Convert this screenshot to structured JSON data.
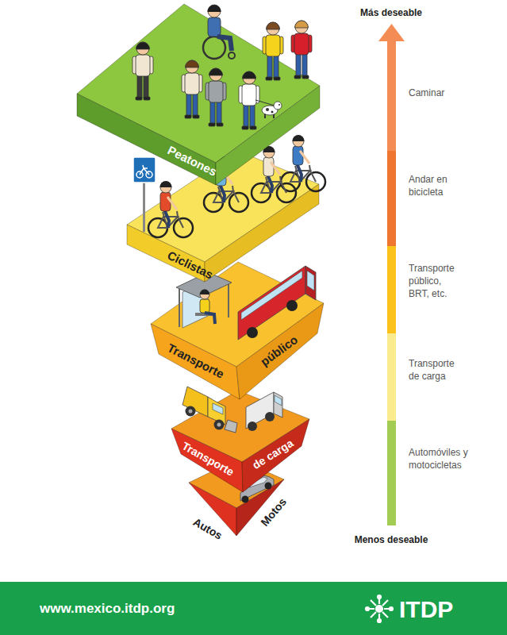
{
  "diagram": {
    "nodes": [
      {
        "text": [
          "Peatones"
        ]
      },
      {
        "text": [
          "Ciclistas"
        ]
      },
      {
        "text": [
          "Transporte",
          "público"
        ]
      },
      {
        "text": [
          "Transporte",
          "de carga"
        ]
      },
      {
        "text": [
          "Autos",
          "Motos"
        ]
      }
    ],
    "labels": [
      "Más deseable",
      "Menos deseable",
      "www.mexico.itdp.org",
      "ITDP"
    ],
    "legend": [
      {
        "text": "Caminar",
        "color": "#f48c56"
      },
      {
        "text": "Andar en bicicleta",
        "color": "#ef7630"
      },
      {
        "text": "Transporte público, BRT, etc.",
        "color": "#fbc21b"
      },
      {
        "text": "Transporte de carga",
        "color": "#fbeb8f"
      },
      {
        "text": "Automóviles y motocicletas",
        "color": "#a3cc55"
      }
    ]
  }
}
